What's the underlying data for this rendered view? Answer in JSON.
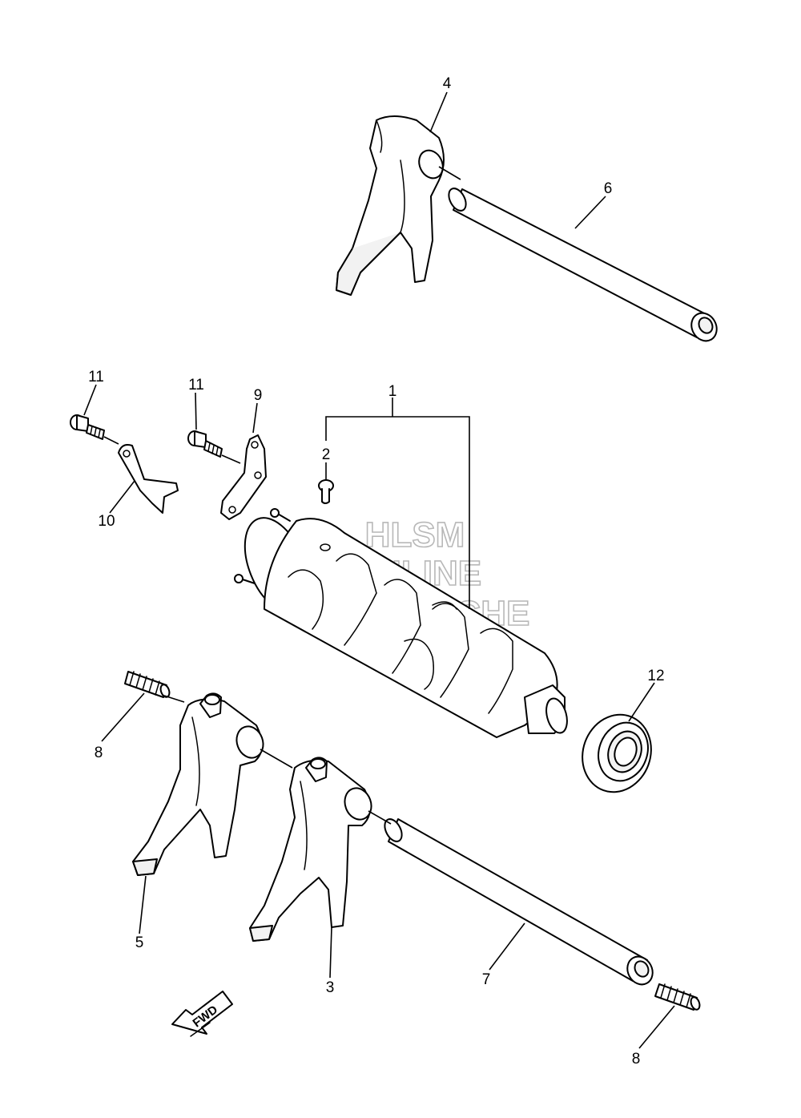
{
  "callouts": {
    "c1": "1",
    "c2": "2",
    "c3": "3",
    "c4": "4",
    "c5": "5",
    "c6": "6",
    "c7": "7",
    "c8a": "8",
    "c8b": "8",
    "c9": "9",
    "c10": "10",
    "c11a": "11",
    "c11b": "11",
    "c12": "12"
  },
  "watermark": {
    "line1": "HLSM",
    "line2": "ONLINE",
    "line3": "MICROFICHE"
  },
  "direction_badge": "FWD",
  "colors": {
    "line": "#000000",
    "background": "#ffffff",
    "watermark_outline": "#b8b8b8"
  }
}
